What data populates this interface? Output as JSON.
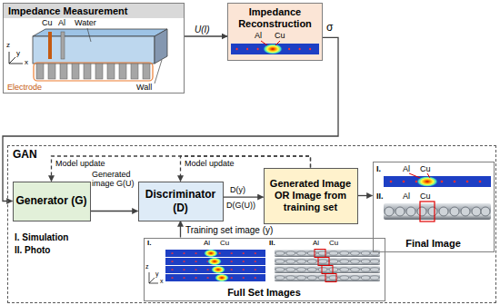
{
  "diagram": {
    "nodes": [
      {
        "text": [
          "Impedance Measurement"
        ]
      },
      {
        "text": [
          "Impedance Reconstruction"
        ]
      },
      {
        "text": [
          "GAN"
        ]
      },
      {
        "text": [
          "Generator (G)"
        ],
        "in": 2
      },
      {
        "text": [
          "Discriminator (D)"
        ],
        "in": 2
      },
      {
        "text": [
          "Generated Image OR Image from training set"
        ],
        "in": 2
      },
      {
        "text": [
          "Final Image"
        ],
        "in": 2
      },
      {
        "text": [
          "Full Set Images"
        ],
        "in": 2
      }
    ],
    "edges": [
      {
        "from": 0,
        "to": 1,
        "arrow": "to",
        "label": "U(I)"
      },
      {
        "from": 1,
        "to": 3,
        "arrow": "to",
        "label": "σ"
      },
      {
        "from": 3,
        "to": 4,
        "arrow": "to",
        "label": "Generated image G(U)"
      },
      {
        "from": 4,
        "to": 5,
        "arrow": "to",
        "label": "D(y)"
      },
      {
        "from": 5,
        "to": 3,
        "arrow": "to",
        "label": "Model update"
      },
      {
        "from": 5,
        "to": 4,
        "arrow": "to",
        "label": "Model update"
      },
      {
        "from": 5,
        "to": 6,
        "arrow": "to"
      },
      {
        "from": 7,
        "to": 4,
        "arrow": "to",
        "label": "Training set image (y)"
      }
    ],
    "labels": [
      "Cu",
      "Al",
      "Water",
      "Electrode",
      "Wall",
      "y",
      "x",
      "z",
      "Al",
      "Cu",
      "I.",
      "Al",
      "Cu",
      "II.",
      "Al",
      "Cu",
      "I. Simulation",
      "II. Photo",
      "I.",
      "Al",
      "Cu",
      "II.",
      "Al",
      "Cu",
      "z",
      "y",
      "x",
      "D(G(U))"
    ]
  }
}
